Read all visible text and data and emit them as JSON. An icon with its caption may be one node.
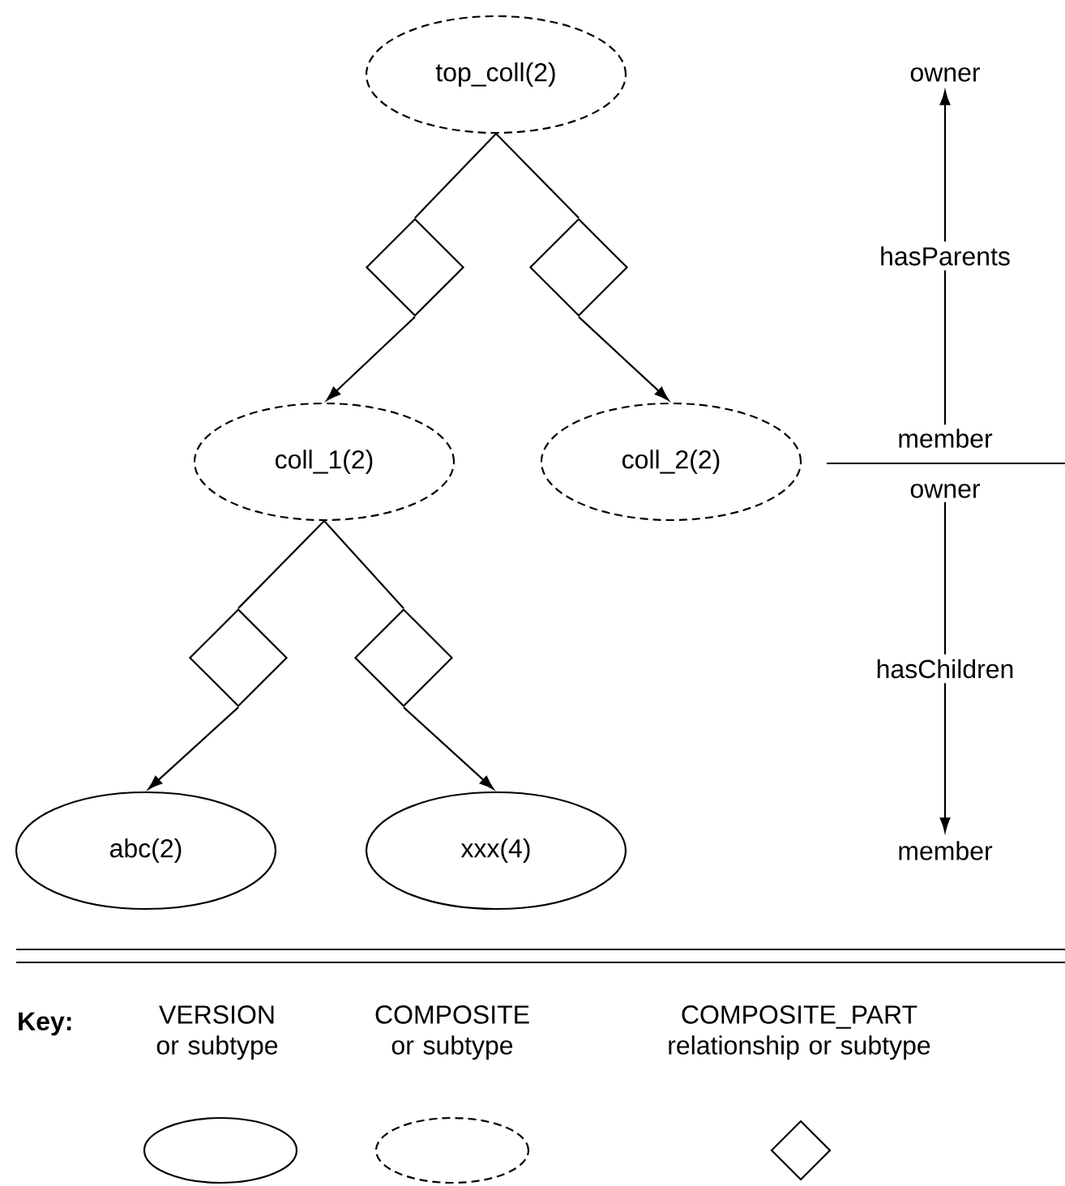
{
  "diagram": {
    "nodes": [
      {
        "text": [
          "top_coll(2)"
        ]
      },
      {
        "text": [],
        "shape": "diamond"
      },
      {
        "text": [],
        "shape": "diamond"
      },
      {
        "text": [
          "coll_1(2)"
        ]
      },
      {
        "text": [
          "coll_2(2)"
        ]
      },
      {
        "text": [],
        "shape": "diamond"
      },
      {
        "text": [],
        "shape": "diamond"
      },
      {
        "text": [
          "abc(2)"
        ]
      },
      {
        "text": [
          "xxx(4)"
        ]
      },
      {
        "text": [
          "owner"
        ]
      },
      {
        "text": [
          "member",
          "owner"
        ]
      },
      {
        "text": [
          "member"
        ]
      }
    ],
    "edges": [
      {
        "from": 0,
        "to": 1,
        "arrow": "none"
      },
      {
        "from": 1,
        "to": 3,
        "arrow": "to"
      },
      {
        "from": 0,
        "to": 2,
        "arrow": "none"
      },
      {
        "from": 2,
        "to": 4,
        "arrow": "to"
      },
      {
        "from": 3,
        "to": 5,
        "arrow": "none"
      },
      {
        "from": 5,
        "to": 7,
        "arrow": "to"
      },
      {
        "from": 3,
        "to": 6,
        "arrow": "none"
      },
      {
        "from": 6,
        "to": 8,
        "arrow": "to"
      },
      {
        "from": 10,
        "to": 9,
        "arrow": "to",
        "label": "hasParents"
      },
      {
        "from": 10,
        "to": 11,
        "arrow": "to",
        "label": "hasChildren"
      }
    ],
    "labels": [
      "Key:"
    ],
    "legend": [
      {
        "text": "VERSION or subtype"
      },
      {
        "text": "COMPOSITE or subtype"
      },
      {
        "text": "COMPOSITE_PART relationship or subtype"
      }
    ]
  }
}
